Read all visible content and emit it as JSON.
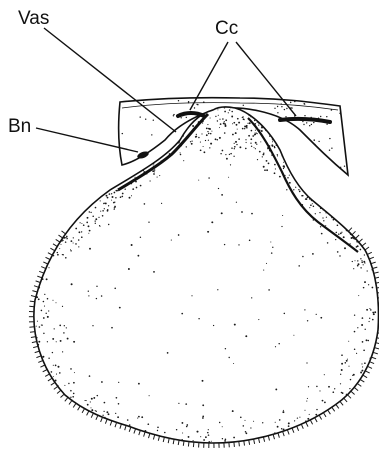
{
  "figure": {
    "labels": {
      "vas": "Vas",
      "cc": "Cc",
      "bn": "Bn"
    },
    "colors": {
      "ink": "#111111",
      "paper": "#ffffff",
      "stipple": "#1a1a1a"
    }
  }
}
